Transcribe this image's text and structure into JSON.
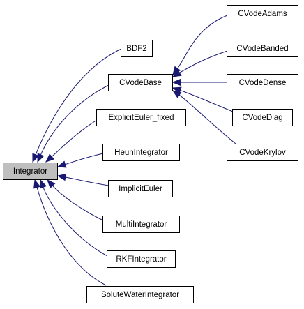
{
  "diagram": {
    "type": "class-inheritance-graph",
    "colors": {
      "edge": "#191970",
      "root_fill": "#bfbfbf",
      "node_fill": "#ffffff",
      "border": "#000000"
    },
    "nodes": [
      {
        "id": "integrator",
        "label": "Integrator",
        "root": true
      },
      {
        "id": "bdf2",
        "label": "BDF2"
      },
      {
        "id": "cvodebase",
        "label": "CVodeBase"
      },
      {
        "id": "expliciteuler",
        "label": "ExplicitEuler_fixed"
      },
      {
        "id": "heun",
        "label": "HeunIntegrator"
      },
      {
        "id": "impliciteuler",
        "label": "ImplicitEuler"
      },
      {
        "id": "multi",
        "label": "MultiIntegrator"
      },
      {
        "id": "rkf",
        "label": "RKFIntegrator"
      },
      {
        "id": "solute",
        "label": "SoluteWaterIntegrator"
      },
      {
        "id": "cvodeadams",
        "label": "CVodeAdams"
      },
      {
        "id": "cvodebanded",
        "label": "CVodeBanded"
      },
      {
        "id": "cvodedense",
        "label": "CVodeDense"
      },
      {
        "id": "cvodediag",
        "label": "CVodeDiag"
      },
      {
        "id": "cvodekrylov",
        "label": "CVodeKrylov"
      }
    ],
    "edges": [
      {
        "from": "bdf2",
        "to": "integrator"
      },
      {
        "from": "cvodebase",
        "to": "integrator"
      },
      {
        "from": "expliciteuler",
        "to": "integrator"
      },
      {
        "from": "heun",
        "to": "integrator"
      },
      {
        "from": "impliciteuler",
        "to": "integrator"
      },
      {
        "from": "multi",
        "to": "integrator"
      },
      {
        "from": "rkf",
        "to": "integrator"
      },
      {
        "from": "solute",
        "to": "integrator"
      },
      {
        "from": "cvodeadams",
        "to": "cvodebase"
      },
      {
        "from": "cvodebanded",
        "to": "cvodebase"
      },
      {
        "from": "cvodedense",
        "to": "cvodebase"
      },
      {
        "from": "cvodediag",
        "to": "cvodebase"
      },
      {
        "from": "cvodekrylov",
        "to": "cvodebase"
      }
    ]
  }
}
